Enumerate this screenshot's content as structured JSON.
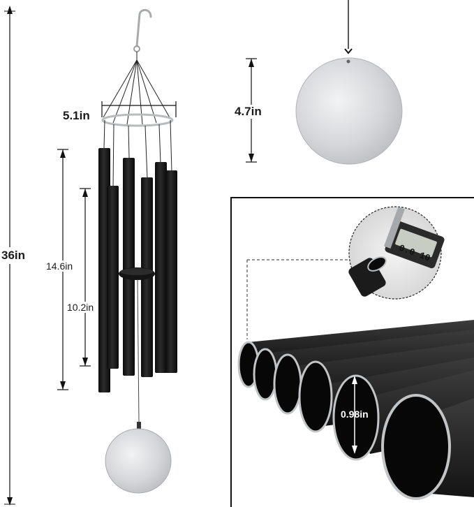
{
  "dimensions": {
    "total_length": "36in",
    "ring_diameter": "5.1in",
    "longest_tube": "14.6in",
    "shortest_tube": "10.2in",
    "sail_diameter": "4.7in",
    "tube_diameter": "0.98in"
  },
  "caliper_display": "0.0 10",
  "colors": {
    "tube": "#1b1b1b",
    "metal": "#c9ccd0",
    "annotation": "#111111"
  }
}
